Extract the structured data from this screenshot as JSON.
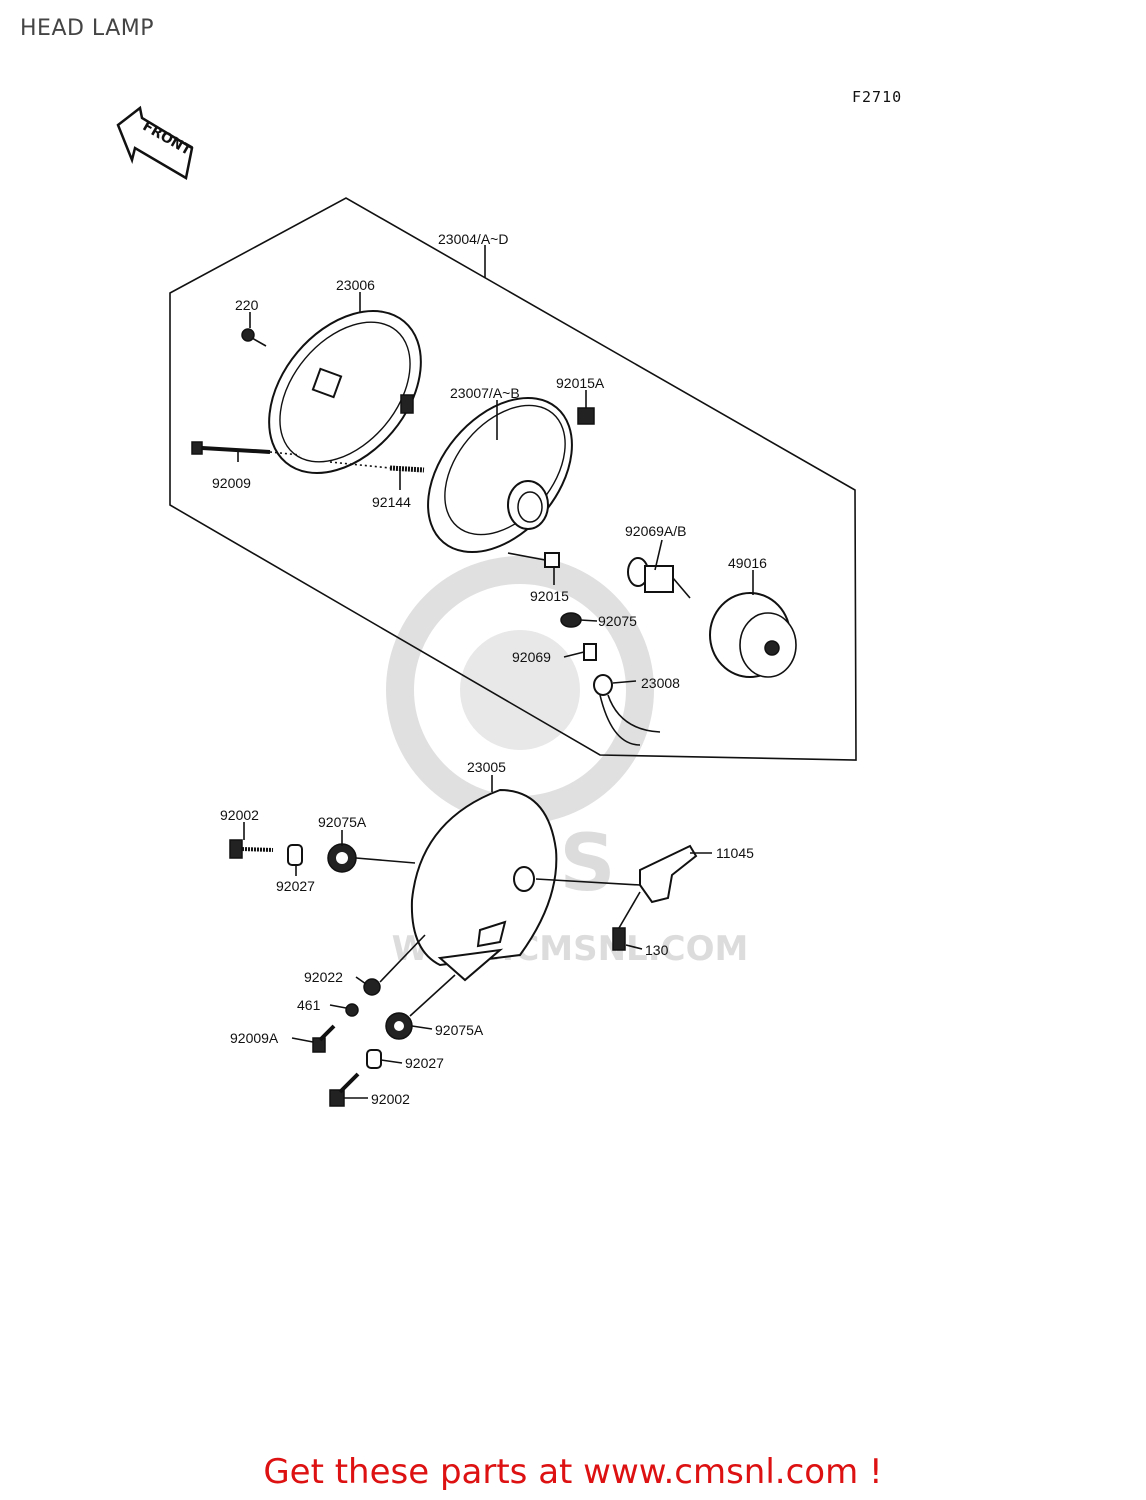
{
  "page": {
    "title": "HEAD LAMP",
    "figure_code": "F2710",
    "footer": "Get these parts at www.cmsnl.com !"
  },
  "front_arrow": {
    "label": "FRONT"
  },
  "watermark": {
    "brand": "CMS",
    "url": "WWW.CMSNL.COM"
  },
  "parts": {
    "p23004": "23004/A~D",
    "p23006": "23006",
    "p220": "220",
    "p92009": "92009",
    "p92144": "92144",
    "p23007": "23007/A~B",
    "p92015A": "92015A",
    "p92015": "92015",
    "p92069AB": "92069A/B",
    "p49016": "49016",
    "p92075": "92075",
    "p92069": "92069",
    "p23008": "23008",
    "p23005": "23005",
    "p92002a": "92002",
    "p92075Aa": "92075A",
    "p92027a": "92027",
    "p11045": "11045",
    "p130": "130",
    "p92022": "92022",
    "p461": "461",
    "p92075Ab": "92075A",
    "p92009A": "92009A",
    "p92027b": "92027",
    "p92002b": "92002"
  }
}
